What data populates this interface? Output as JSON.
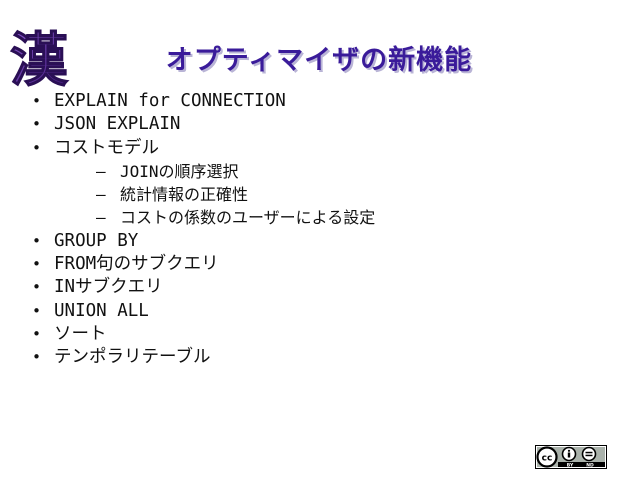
{
  "slide": {
    "title": "オプティマイザの新機能",
    "logo_char": "漢"
  },
  "items": [
    {
      "type": "bullet",
      "text": "EXPLAIN for CONNECTION"
    },
    {
      "type": "bullet",
      "text": "JSON EXPLAIN"
    },
    {
      "type": "bullet",
      "text": "コストモデル"
    },
    {
      "type": "sub",
      "text": "JOINの順序選択"
    },
    {
      "type": "sub",
      "text": "統計情報の正確性"
    },
    {
      "type": "sub",
      "text": "コストの係数のユーザーによる設定"
    },
    {
      "type": "bullet",
      "text": "GROUP BY"
    },
    {
      "type": "bullet",
      "text": "FROM句のサブクエリ"
    },
    {
      "type": "bullet",
      "text": "INサブクエリ"
    },
    {
      "type": "bullet",
      "text": "UNION ALL"
    },
    {
      "type": "bullet",
      "text": "ソート"
    },
    {
      "type": "bullet",
      "text": "テンポラリテーブル"
    }
  ],
  "markers": {
    "bullet": "•",
    "dash": "–"
  },
  "license": {
    "by": "BY",
    "nd": "ND"
  },
  "colors": {
    "title": "#3a1b9a",
    "logo": "#5b2a9a"
  }
}
